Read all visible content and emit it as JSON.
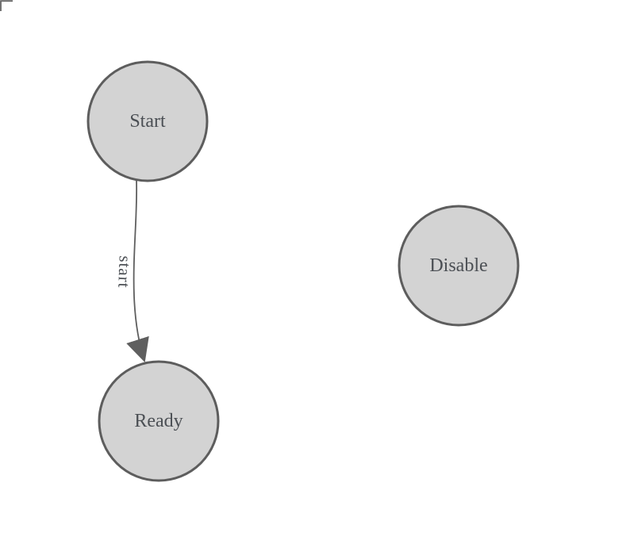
{
  "diagram": {
    "nodes": [
      {
        "id": "start",
        "label": "Start"
      },
      {
        "id": "ready",
        "label": "Ready"
      },
      {
        "id": "disable",
        "label": "Disable"
      }
    ],
    "edges": [
      {
        "from": "Start",
        "to": "Ready",
        "label": "start"
      }
    ],
    "colors": {
      "background": "#ffffff",
      "node_fill": "#d3d3d3",
      "node_stroke": "#5d5d5d",
      "edge_stroke": "#5f5f5f",
      "label_text": "#4b4f54"
    }
  }
}
